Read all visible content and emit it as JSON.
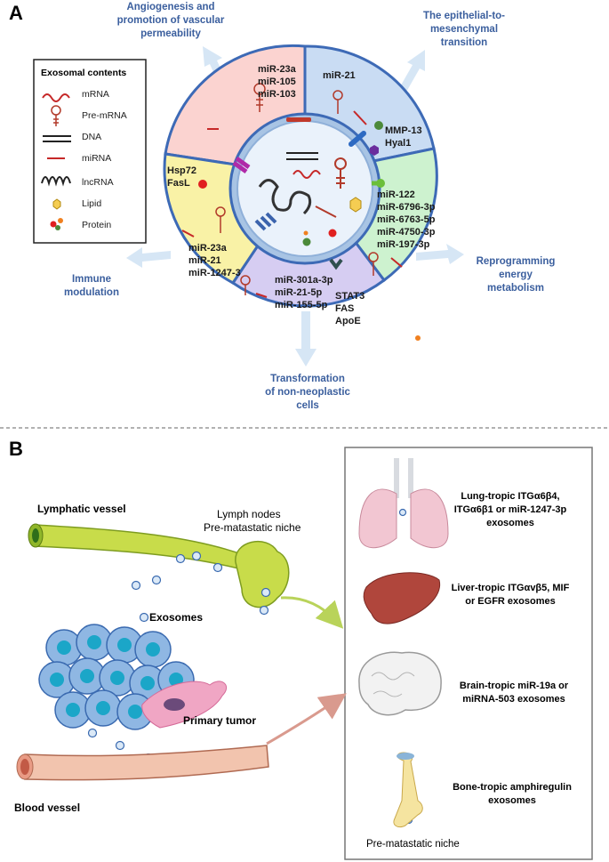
{
  "panel_a": {
    "letter": "A",
    "legend": {
      "title": "Exosomal contents",
      "items": [
        {
          "label": "mRNA",
          "icon": "mrna-icon"
        },
        {
          "label": "Pre-mRNA",
          "icon": "pre-mrna-icon"
        },
        {
          "label": "DNA",
          "icon": "dna-icon"
        },
        {
          "label": "miRNA",
          "icon": "mirna-icon"
        },
        {
          "label": "lncRNA",
          "icon": "lncrna-icon"
        },
        {
          "label": "Lipid",
          "icon": "lipid-icon"
        },
        {
          "label": "Protein",
          "icon": "protein-icon"
        }
      ]
    },
    "functions": {
      "angiogenesis": [
        "Angiogenesis and",
        "promotion of vascular",
        "permeability"
      ],
      "emt": [
        "The epithelial-to-",
        "mesenchymal",
        "transition"
      ],
      "reprogramming": [
        "Reprogramming",
        "energy",
        "metabolism"
      ],
      "transformation": [
        "Transformation",
        "of non-neoplastic",
        "cells"
      ],
      "immune": [
        "Immune",
        "modulation"
      ]
    },
    "segments": {
      "angiogenesis": [
        "miR-23a",
        "miR-105",
        "miR-103"
      ],
      "emt_mirna": [
        "miR-21"
      ],
      "emt_protein": [
        "MMP-13",
        "Hyal1"
      ],
      "metabolism": [
        "miR-122",
        "miR-6796-3p",
        "miR-6763-5p",
        "miR-4750-3p",
        "miR-197-3p"
      ],
      "transformation_mirna": [
        "miR-301a-3p",
        "miR-21-5p",
        "miR-155-5p"
      ],
      "transformation_protein": [
        "STAT3",
        "FAS",
        "ApoE"
      ],
      "immune_protein": [
        "Hsp72",
        "FasL"
      ],
      "immune_mirna": [
        "miR-23a",
        "miR-21",
        "miR-1247-3"
      ]
    },
    "colors": {
      "angiogenesis": "#fbd3d0",
      "emt": "#c9dcf3",
      "metabolism": "#cdf2cf",
      "transformation": "#d6cdf2",
      "immune": "#f9f2a6",
      "border": "#3d6ab6",
      "title_text": "#3b5f9e"
    }
  },
  "panel_b": {
    "letter": "B",
    "lymphatic_vessel": "Lymphatic vessel",
    "lymph_nodes": [
      "Lymph nodes",
      "Pre-matastatic niche"
    ],
    "exosomes": "Exosomes",
    "primary_tumor": "Primary tumor",
    "blood_vessel": "Blood vessel",
    "organs": [
      {
        "name": "lung",
        "lines": [
          "Lung-tropic ITGα6β4,",
          "ITGα6β1 or miR-1247-3p",
          "exosomes"
        ]
      },
      {
        "name": "liver",
        "lines": [
          "Liver-tropic ITGαvβ5, MIF",
          "or  EGFR exosomes"
        ]
      },
      {
        "name": "brain",
        "lines": [
          "Brain-tropic  miR-19a or",
          "miRNA-503 exosomes"
        ]
      },
      {
        "name": "bone",
        "lines": [
          "Bone-tropic amphiregulin",
          "exosomes"
        ]
      }
    ],
    "niche_caption": "Pre-matastatic niche"
  }
}
